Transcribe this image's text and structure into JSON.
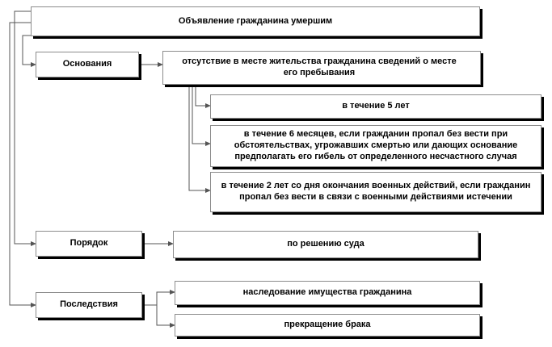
{
  "diagram": {
    "title": "Объявление гражданина умершим",
    "basis": {
      "label": "Основания",
      "main": "отсутствие в месте жительства гражданина сведений о месте его пребывания",
      "periods": [
        "в течение 5 лет",
        "в течение 6 месяцев, если гражданин пропал без вести при обстоятельствах, угрожавших смертью или дающих основание предполагать его гибель от определенного несчастного случая",
        "в течение 2 лет со дня окончания военных действий, если гражданин пропал без вести в связи с военными действиями истечении"
      ]
    },
    "procedure": {
      "label": "Порядок",
      "value": "по решению суда"
    },
    "consequences": {
      "label": "Последствия",
      "items": [
        "наследование имущества гражданина",
        "прекращение брака"
      ]
    }
  }
}
